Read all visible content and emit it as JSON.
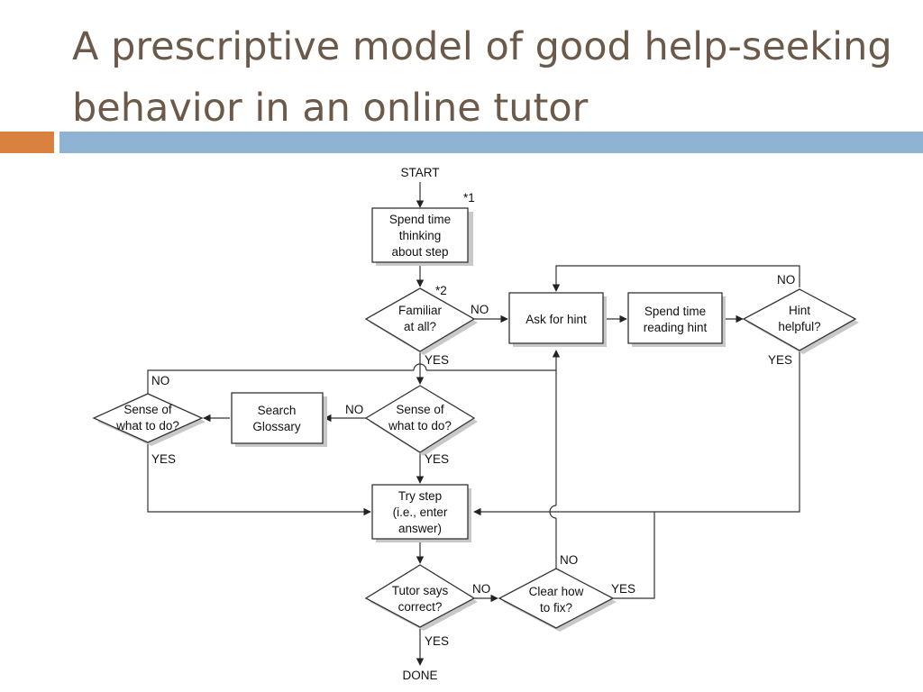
{
  "slide": {
    "title": "A prescriptive model of good help-seeking behavior in an online tutor",
    "colors": {
      "accent": "#d9823f",
      "band": "#8fb3d3",
      "title": "#6b5a4a"
    }
  },
  "diagram": {
    "terminals": {
      "start": "START",
      "done": "DONE"
    },
    "notes": {
      "note1": "*1",
      "note2": "*2"
    },
    "nodes": {
      "think": {
        "lines": [
          "Spend time",
          "thinking",
          "about step"
        ]
      },
      "familiar": {
        "lines": [
          "Familiar",
          "at all?"
        ]
      },
      "ask": {
        "lines": [
          "Ask for hint"
        ]
      },
      "read": {
        "lines": [
          "Spend time",
          "reading hint"
        ]
      },
      "helpful": {
        "lines": [
          "Hint",
          "helpful?"
        ]
      },
      "sense1": {
        "lines": [
          "Sense of",
          "what to do?"
        ]
      },
      "glossary": {
        "lines": [
          "Search",
          "Glossary"
        ]
      },
      "sense2": {
        "lines": [
          "Sense of",
          "what to do?"
        ]
      },
      "try": {
        "lines": [
          "Try step",
          "(i.e., enter",
          "answer)"
        ]
      },
      "correct": {
        "lines": [
          "Tutor says",
          "correct?"
        ]
      },
      "fix": {
        "lines": [
          "Clear how",
          "to fix?"
        ]
      }
    },
    "labels": {
      "familiar_no": "NO",
      "familiar_yes": "YES",
      "helpful_no": "NO",
      "helpful_yes": "YES",
      "sense1_no": "NO",
      "sense1_yes": "YES",
      "sense2_no": "NO",
      "sense2_yes": "YES",
      "correct_no": "NO",
      "correct_yes": "YES",
      "fix_no": "NO",
      "fix_yes": "YES"
    }
  }
}
